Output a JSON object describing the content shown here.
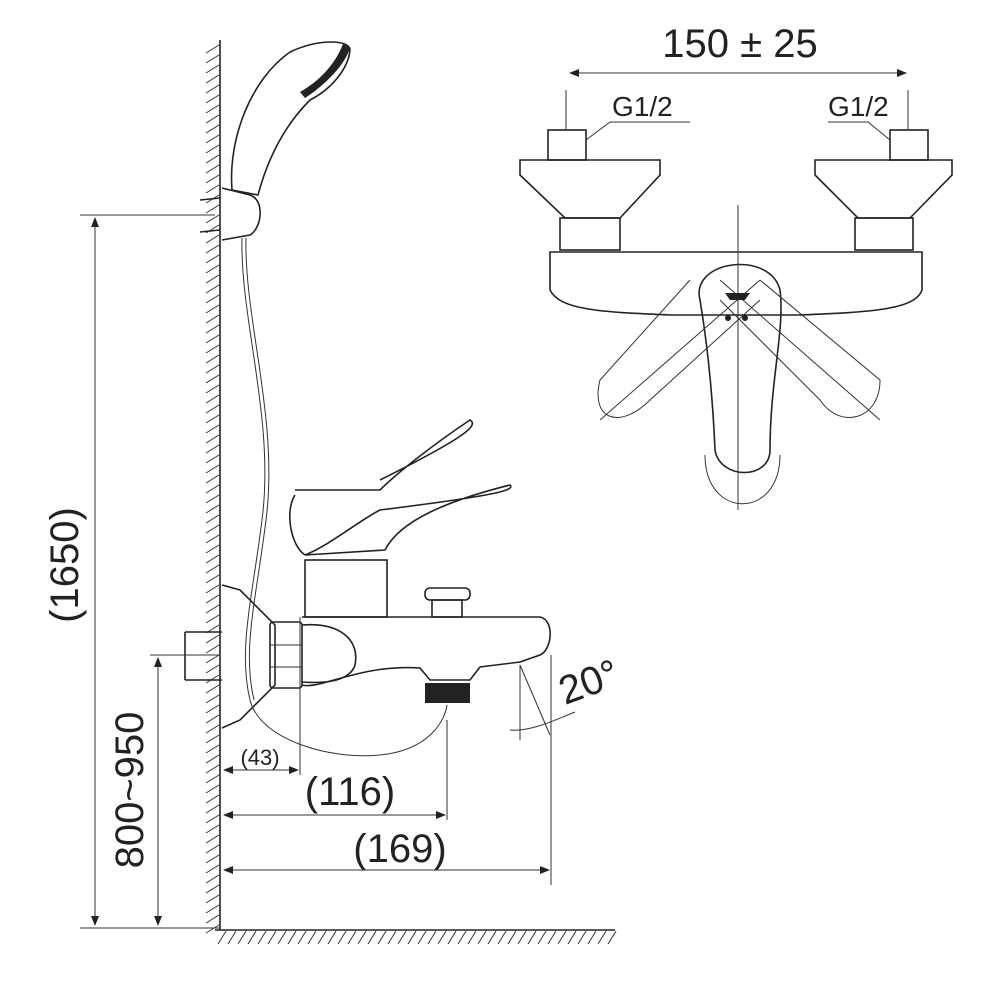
{
  "title": "Wall-mounted bath/shower mixer dimension drawing",
  "dimensions": {
    "inlet_spacing": "150 ± 25",
    "connection_left": "G1/2",
    "connection_right": "G1/2",
    "shower_holder_height": "(1650)",
    "mixer_height": "800~950",
    "wall_to_body": "(43)",
    "wall_to_diverter": "(116)",
    "wall_to_spout": "(169)",
    "spout_angle": "20°"
  },
  "colors": {
    "line": "#222222",
    "background": "#ffffff"
  }
}
